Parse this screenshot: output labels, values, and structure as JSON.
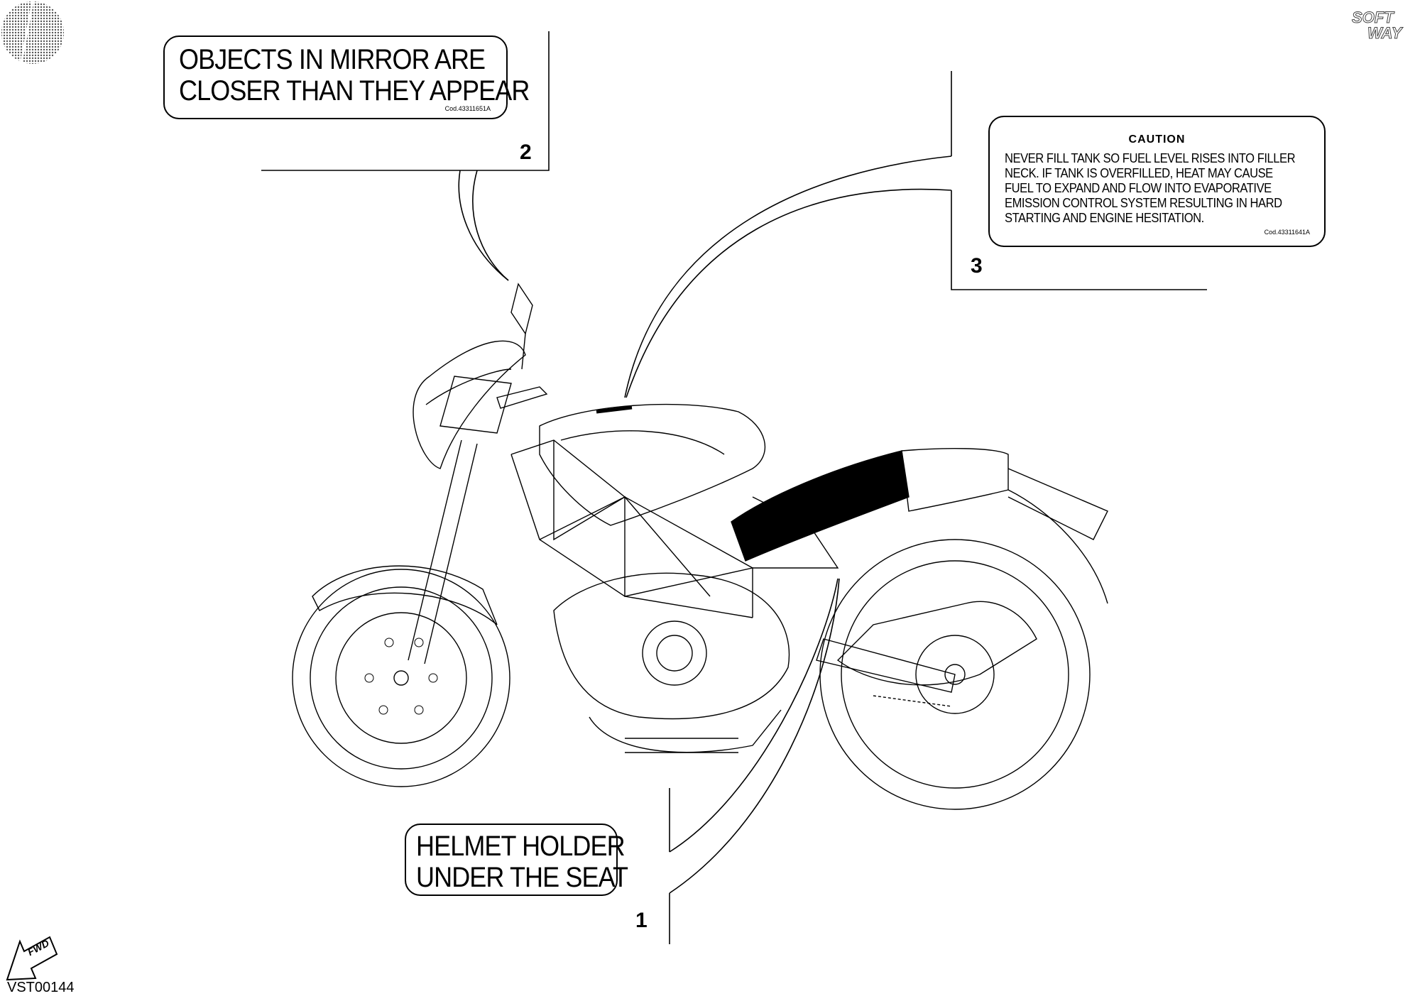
{
  "labels": {
    "mirror": {
      "lines": [
        "OBJECTS IN MIRROR ARE",
        "CLOSER THAN THEY APPEAR"
      ],
      "code": "Cod.43311651A",
      "callout": "2"
    },
    "tank": {
      "title": "CAUTION",
      "lines": [
        "NEVER FILL TANK SO FUEL LEVEL RISES INTO FILLER",
        "NECK. IF TANK IS OVERFILLED, HEAT MAY CAUSE",
        "FUEL TO EXPAND AND FLOW INTO EVAPORATIVE",
        "EMISSION CONTROL SYSTEM RESULTING IN HARD",
        "STARTING AND ENGINE HESITATION."
      ],
      "code": "Cod.43311641A",
      "callout": "3"
    },
    "helmet": {
      "lines": [
        "HELMET HOLDER",
        "UNDER THE SEAT"
      ],
      "callout": "1"
    }
  },
  "fwd_arrow": "FWD",
  "logo": {
    "line1": "SOFT",
    "line2": "WAY"
  },
  "figure_id": "VST00144",
  "icons": [
    "fwd-arrow-icon",
    "softway-logo",
    "corner-disc-icon",
    "motorcycle-illustration"
  ]
}
